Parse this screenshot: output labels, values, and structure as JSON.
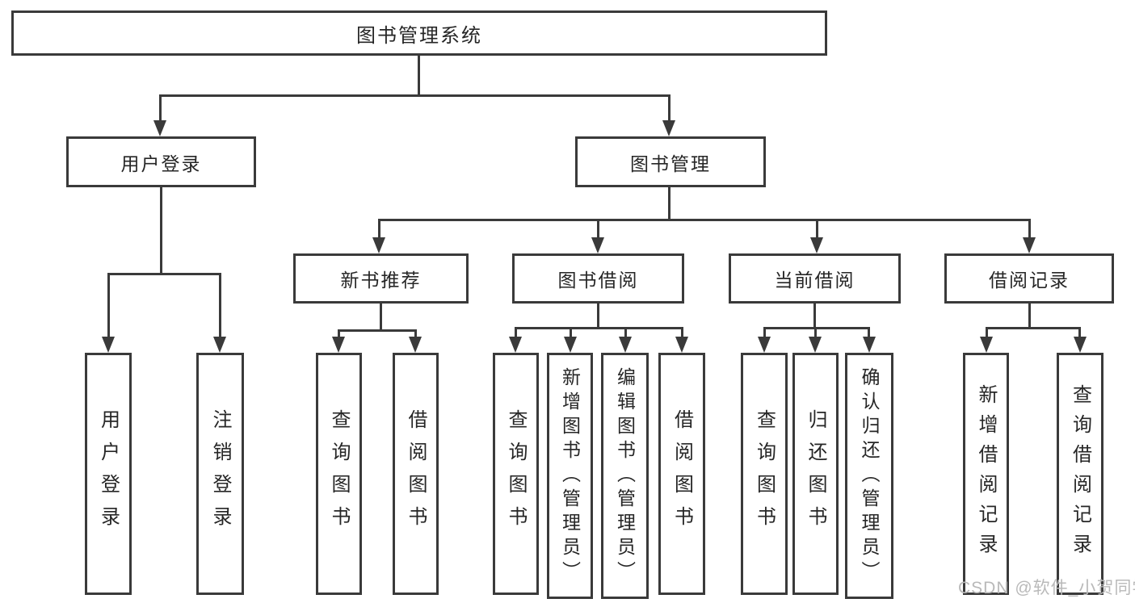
{
  "diagram_title": "图书管理系统",
  "watermark": "CSDN @软件_小贺同学",
  "colors": {
    "line": "#3a3a3a",
    "text": "#262626",
    "background": "#ffffff",
    "watermark": "#b9b9b9"
  },
  "nodes": {
    "root": {
      "label": "图书管理系统"
    },
    "user_login": {
      "label": "用户登录"
    },
    "book_mgmt": {
      "label": "图书管理"
    },
    "new_book": {
      "label": "新书推荐"
    },
    "book_borrow": {
      "label": "图书借阅"
    },
    "current_borrow": {
      "label": "当前借阅"
    },
    "borrow_record": {
      "label": "借阅记录"
    },
    "leaf_user_login": {
      "label": "用户登录"
    },
    "leaf_logout": {
      "label": "注销登录"
    },
    "leaf_nb_query": {
      "label": "查询图书"
    },
    "leaf_nb_borrow": {
      "label": "借阅图书"
    },
    "leaf_bb_query": {
      "label": "查询图书"
    },
    "leaf_bb_add": {
      "label": "新增图书（管理员）"
    },
    "leaf_bb_edit": {
      "label": "编辑图书（管理员）"
    },
    "leaf_bb_borrow": {
      "label": "借阅图书"
    },
    "leaf_cb_query": {
      "label": "查询图书"
    },
    "leaf_cb_return": {
      "label": "归还图书"
    },
    "leaf_cb_confirm": {
      "label": "确认归还（管理员）"
    },
    "leaf_br_add": {
      "label": "新增借阅记录"
    },
    "leaf_br_query": {
      "label": "查询借阅记录"
    }
  },
  "structure_note": "tree: root -> [用户登录 -> 2 leaves, 图书管理 -> [新书推荐(2), 图书借阅(4), 当前借阅(3), 借阅记录(2)]]"
}
